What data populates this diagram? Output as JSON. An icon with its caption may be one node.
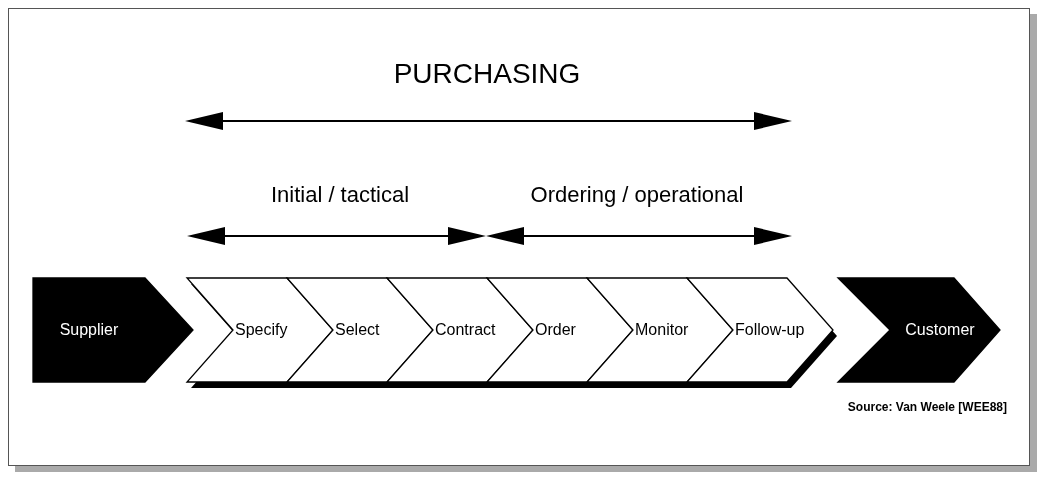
{
  "diagram": {
    "caption": "Source: Van Weele [WEE88]",
    "nodes": [
      {
        "text": [
          "Supplier"
        ]
      },
      {
        "text": [
          "Specify"
        ]
      },
      {
        "text": [
          "Select"
        ]
      },
      {
        "text": [
          "Contract"
        ]
      },
      {
        "text": [
          "Order"
        ]
      },
      {
        "text": [
          "Monitor"
        ]
      },
      {
        "text": [
          "Follow-up"
        ]
      },
      {
        "text": [
          "Customer"
        ]
      }
    ],
    "edges": [],
    "labels": [
      "PURCHASING",
      "Initial / tactical",
      "Ordering / operational"
    ]
  }
}
